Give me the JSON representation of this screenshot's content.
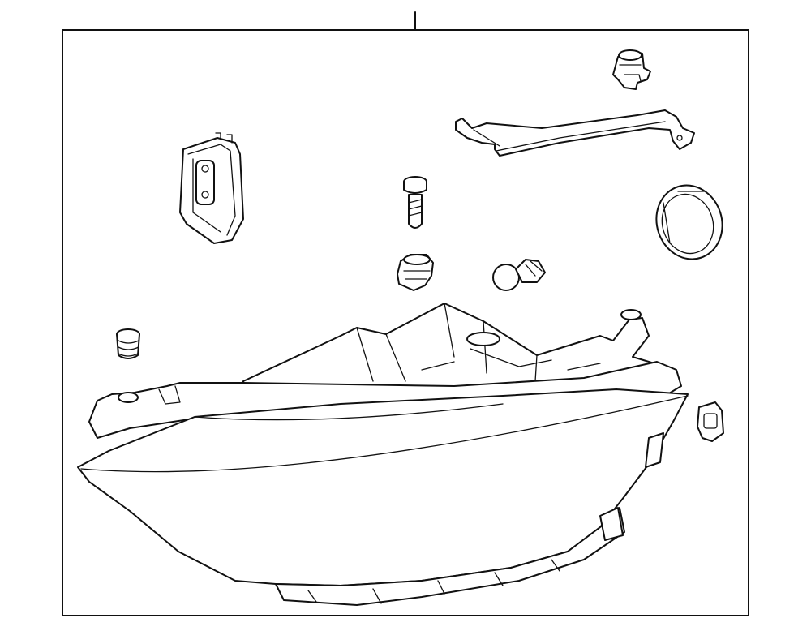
{
  "diagram": {
    "parts": [
      {
        "name": "headlamp-assembly"
      },
      {
        "name": "control-module"
      },
      {
        "name": "bulb-socket"
      },
      {
        "name": "mounting-bracket"
      },
      {
        "name": "seal-ring"
      },
      {
        "name": "screw"
      },
      {
        "name": "socket"
      },
      {
        "name": "bulb"
      },
      {
        "name": "grommet"
      },
      {
        "name": "clip-nut"
      }
    ],
    "callouts": [
      ""
    ]
  }
}
